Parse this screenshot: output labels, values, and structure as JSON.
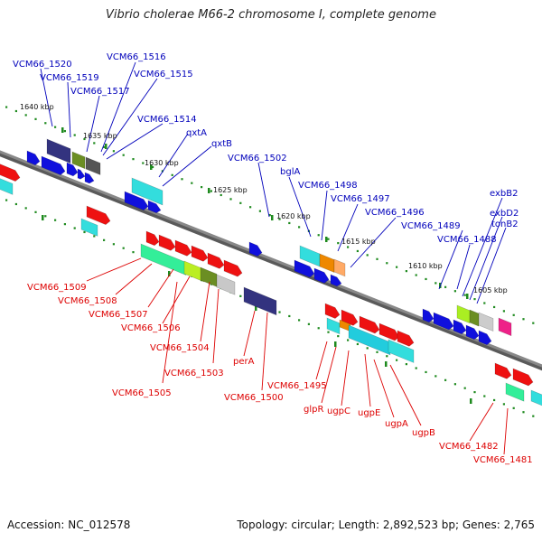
{
  "title": "Vibrio cholerae M66-2 chromosome I, complete genome",
  "footer": {
    "accession": "Accession: NC_012578",
    "summary": "Topology: circular; Length: 2,892,523 bp; Genes: 2,765"
  },
  "colors": {
    "upper_labels": "#0000bb",
    "lower_labels": "#dd0000",
    "backbone": "#888888",
    "ticks": "#1e8a1e"
  },
  "kbp_labels": [
    "1640 kbp",
    "1635 kbp",
    "1630 kbp",
    "1625 kbp",
    "1620 kbp",
    "1615 kbp",
    "1610 kbp",
    "1605 kbp"
  ],
  "upper_genes": [
    "VCM66_1520",
    "VCM66_1519",
    "VCM66_1517",
    "VCM66_1516",
    "VCM66_1515",
    "VCM66_1514",
    "qxtA",
    "qxtB",
    "VCM66_1502",
    "bglA",
    "VCM66_1498",
    "VCM66_1497",
    "VCM66_1496",
    "VCM66_1489",
    "VCM66_1488",
    "exbB2",
    "exbD2",
    "tonB2"
  ],
  "lower_genes": [
    "VCM66_1509",
    "VCM66_1508",
    "VCM66_1507",
    "VCM66_1506",
    "VCM66_1504",
    "VCM66_1503",
    "VCM66_1505",
    "perA",
    "VCM66_1500",
    "VCM66_1495",
    "glpR",
    "ugpC",
    "ugpE",
    "ugpA",
    "ugpB",
    "VCM66_1482",
    "VCM66_1481"
  ]
}
